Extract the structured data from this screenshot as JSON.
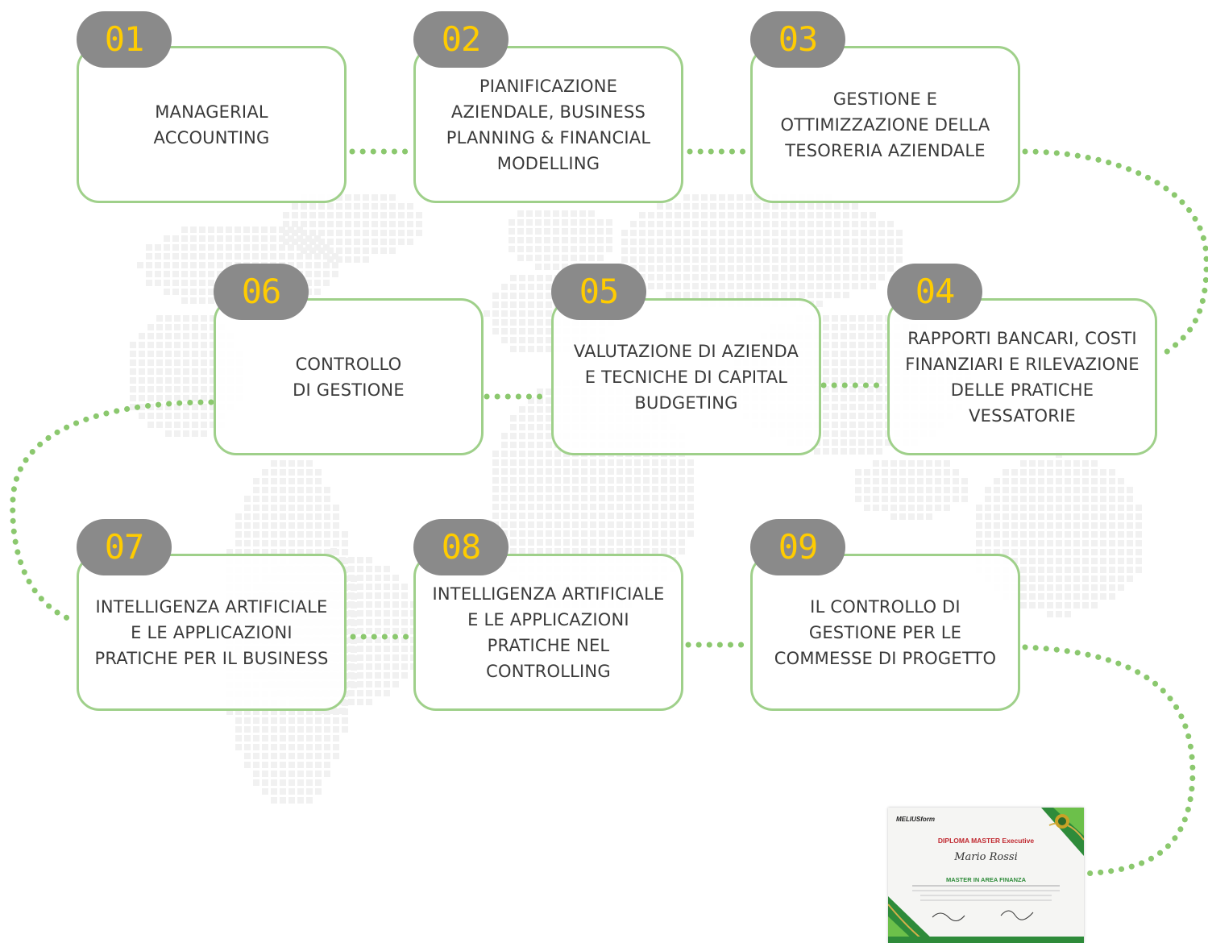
{
  "modules": [
    {
      "number": "01",
      "title": "MANAGERIAL\nACCOUNTING"
    },
    {
      "number": "02",
      "title": "PIANIFICAZIONE\nAZIENDALE, BUSINESS\nPLANNING & FINANCIAL\nMODELLING"
    },
    {
      "number": "03",
      "title": "GESTIONE E\nOTTIMIZZAZIONE DELLA\nTESORERIA AZIENDALE"
    },
    {
      "number": "04",
      "title": "RAPPORTI BANCARI, COSTI\nFINANZIARI E RILEVAZIONE\nDELLE PRATICHE\nVESSATORIE"
    },
    {
      "number": "05",
      "title": "VALUTAZIONE DI AZIENDA\nE TECNICHE DI CAPITAL\nBUDGETING"
    },
    {
      "number": "06",
      "title": "CONTROLLO\nDI GESTIONE"
    },
    {
      "number": "07",
      "title": "INTELLIGENZA ARTIFICIALE\nE LE APPLICAZIONI\nPRATICHE PER IL BUSINESS"
    },
    {
      "number": "08",
      "title": "INTELLIGENZA ARTIFICIALE\nE LE APPLICAZIONI\nPRATICHE NEL\nCONTROLLING"
    },
    {
      "number": "09",
      "title": "IL CONTROLLO DI\nGESTIONE PER LE\nCOMMESSE DI PROGETTO"
    }
  ],
  "diploma": {
    "logo": "MELIUSform",
    "title": "DIPLOMA MASTER Executive",
    "name": "Mario Rossi",
    "subject": "MASTER IN AREA FINANZA"
  },
  "colors": {
    "accent_green": "#8bc86e",
    "badge_gray": "#8a8a8a",
    "badge_text": "#ffcc00",
    "text": "#3a3a3a"
  }
}
